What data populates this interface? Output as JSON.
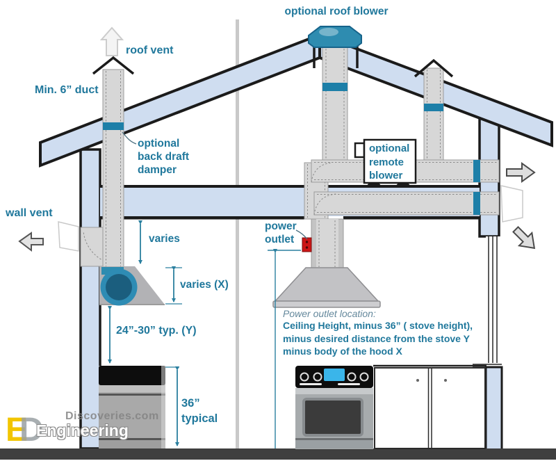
{
  "labels": {
    "roof_blower": "optional roof blower",
    "roof_vent": "roof vent",
    "min_duct": "Min. 6” duct",
    "back_draft": "optional\nback draft\ndamper",
    "wall_vent": "wall vent",
    "varies": "varies",
    "varies_x": "varies (X)",
    "hood_clearance": "24”-30” typ. (Y)",
    "stove_height": "36”\ntypical",
    "power_outlet": "power\noutlet",
    "remote_blower": "optional\nremote\nblower",
    "note_title": "Power outlet location:",
    "note_body": "Ceiling Height, minus 36” ( stove height),\nminus desired distance  from the stove Y\nminus  body of the hood X"
  },
  "watermark": {
    "brand_top": "Discoveries.com",
    "brand_bottom": "Engineering",
    "monogram_e": "E",
    "monogram_d": "D"
  },
  "colors": {
    "accent_teal_text": "#20789c",
    "dimension_teal": "#2a7f9f",
    "damper_teal": "#1d7fa8",
    "blower_teal": "#2e8cb0",
    "structure_blue": "#cfddf0",
    "duct_gray": "#d7d7d7",
    "outline_black": "#1b1b1b",
    "outlet_red": "#cc1616",
    "display_blue": "#3ab5ea",
    "floor_gray": "#3f3f3f",
    "logo_yellow": "#f2c500"
  }
}
